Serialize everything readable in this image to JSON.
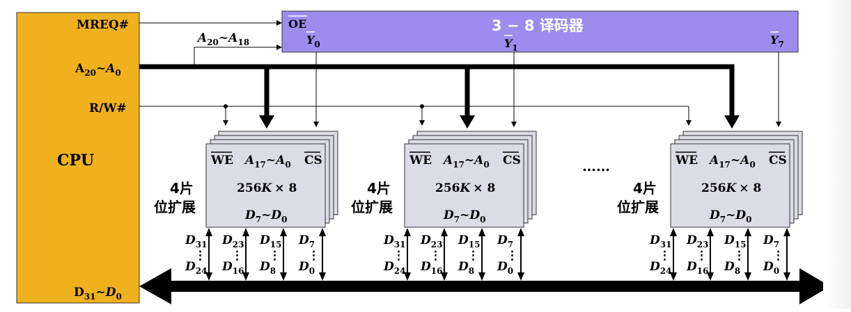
{
  "cpu": {
    "label": "CPU",
    "pins": {
      "mreq": "MREQ#",
      "addr_a": "A",
      "addr_a_sub1": "20",
      "addr_a_tilde": "~",
      "addr_a_b": "A",
      "addr_a_sub2": "0",
      "rw": "R/W#",
      "data_a": "D",
      "data_a_sub1": "31",
      "data_a_tilde": "~",
      "data_a_b": "D",
      "data_a_sub2": "0"
    },
    "color": "#F0B11E"
  },
  "decoder": {
    "title": "3 − 8 译码器",
    "oe": "OE",
    "y0": "Y",
    "y0_sub": "0",
    "y1": "Y",
    "y1_sub": "1",
    "y7": "Y",
    "y7_sub": "7",
    "color": "#9D8CEE"
  },
  "decoder_addr": {
    "a": "A",
    "sub1": "20",
    "tilde": "~",
    "b": "A",
    "sub2": "18"
  },
  "chip": {
    "we": "WE",
    "addr_a": "A",
    "addr_sub1": "17",
    "tilde": "~",
    "addr_b": "A",
    "addr_sub2": "0",
    "cs": "CS",
    "capacity_num": "256",
    "capacity_k": "K",
    "capacity_x": "× 8",
    "data_a": "D",
    "data_sub1": "7",
    "data_b": "D",
    "data_sub2": "0",
    "color": "#DCDCE6"
  },
  "group_label": {
    "line1": "4片",
    "line2": "位扩展"
  },
  "ellipsis": "……",
  "data_lines": [
    {
      "top": "D",
      "top_sub": "31",
      "bot": "D",
      "bot_sub": "24"
    },
    {
      "top": "D",
      "top_sub": "23",
      "bot": "D",
      "bot_sub": "16"
    },
    {
      "top": "D",
      "top_sub": "15",
      "bot": "D",
      "bot_sub": "8"
    },
    {
      "top": "D",
      "top_sub": "7",
      "bot": "D",
      "bot_sub": "0"
    }
  ],
  "vdots": "⋮"
}
